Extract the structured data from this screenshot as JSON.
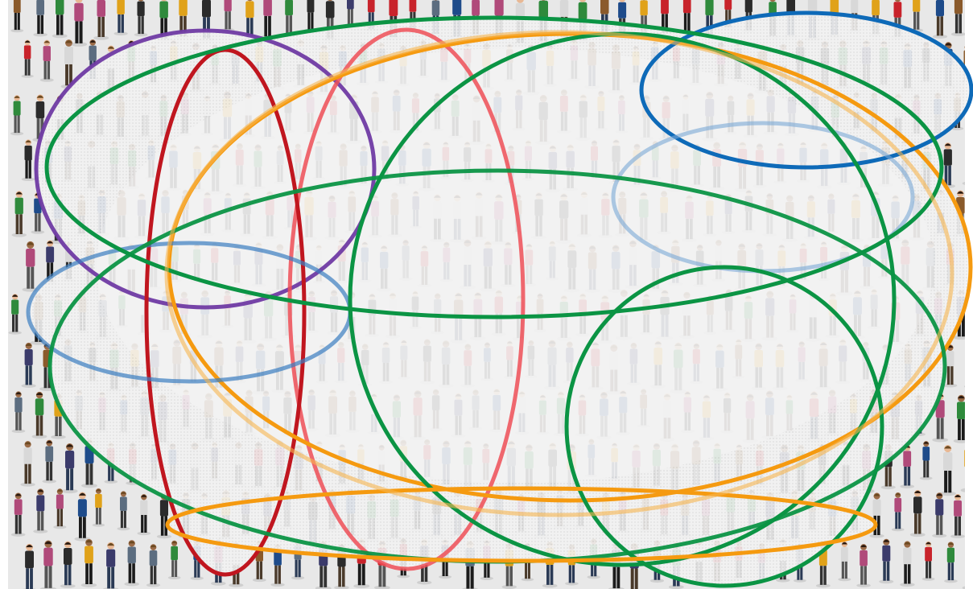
{
  "scene": {
    "subject": "crowd-of-people",
    "background_color": "#e9e9e9",
    "overlay_color": "#f4f4f4"
  },
  "ellipses": [
    {
      "name": "purple-ellipse",
      "color": "#6f3aa3",
      "opacity": 0.95
    },
    {
      "name": "red-pink-ellipse",
      "color": "#ef4f57",
      "opacity": 0.85
    },
    {
      "name": "dark-red-ellipse",
      "color": "#c0161f",
      "opacity": 1
    },
    {
      "name": "orange-ellipse",
      "color": "#f59a10",
      "opacity": 1
    },
    {
      "name": "blue-ellipse",
      "color": "#0e6ab8",
      "opacity": 1
    },
    {
      "name": "light-blue-ellipse",
      "color": "#3a7ec0",
      "opacity": 0.7
    },
    {
      "name": "faint-blue-ellipse",
      "color": "#79a8d6",
      "opacity": 0.6
    },
    {
      "name": "green-large-ellipse",
      "color": "#0b9444",
      "opacity": 1
    },
    {
      "name": "green-tall-ellipse",
      "color": "#0b9444",
      "opacity": 1
    },
    {
      "name": "green-wide-ellipse",
      "color": "#0b9444",
      "opacity": 0.95
    },
    {
      "name": "green-circle-ellipse",
      "color": "#0b9444",
      "opacity": 1
    },
    {
      "name": "orange-bottom-ellipse",
      "color": "#f59a10",
      "opacity": 1
    },
    {
      "name": "faint-orange-ellipse",
      "color": "#f6b550",
      "opacity": 0.6
    }
  ]
}
